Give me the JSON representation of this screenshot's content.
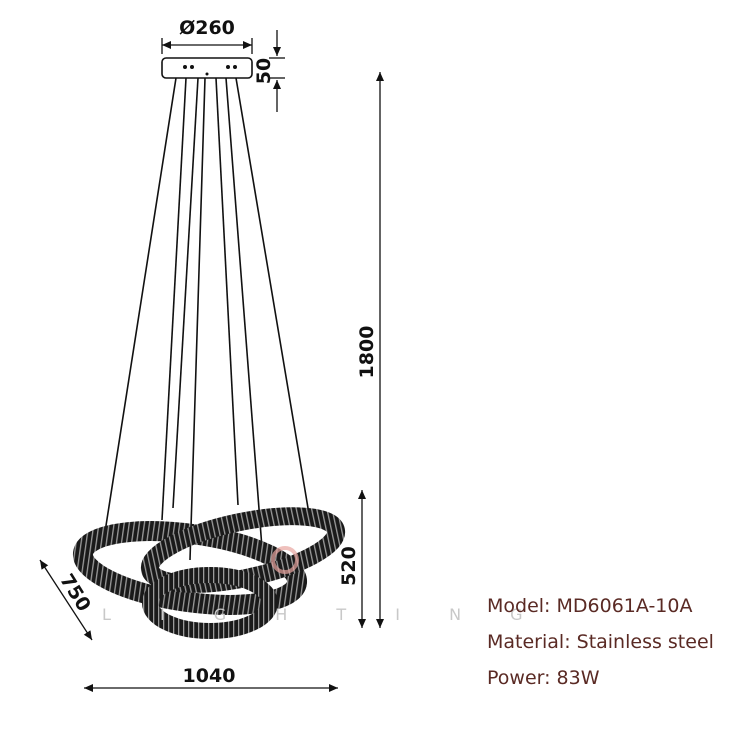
{
  "dimensions": {
    "canopy_diameter": "Ø260",
    "canopy_height": "50",
    "total_height": "1800",
    "ring_height": "520",
    "width": "1040",
    "depth": "750"
  },
  "watermark": {
    "letters": "LIGHTING"
  },
  "specs": {
    "model": "Model: MD6061A-10A",
    "material": "Material: Stainless steel",
    "power": "Power: 83W"
  },
  "colors": {
    "line": "#111111",
    "ring": "#1a1a1a",
    "spec_text": "#5a2a24",
    "watermark": "#c8c8c8"
  }
}
